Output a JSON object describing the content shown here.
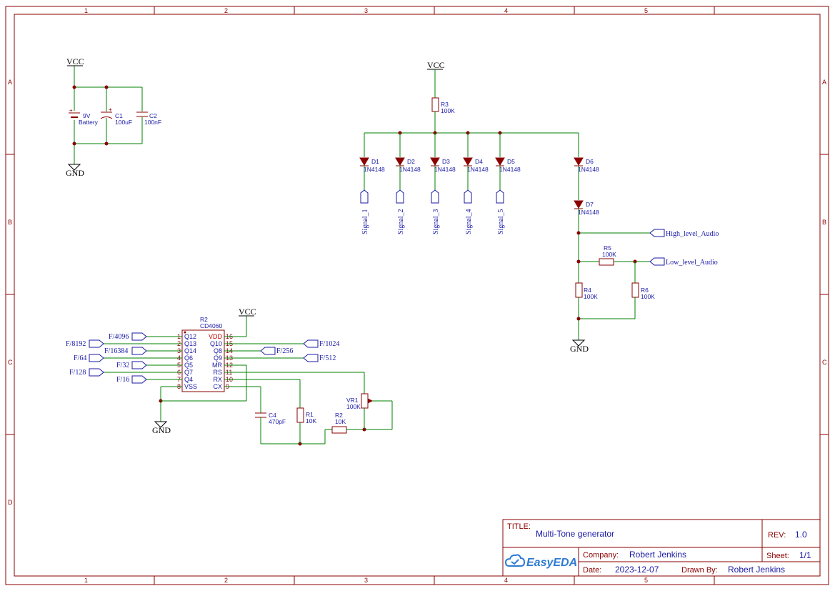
{
  "grid": {
    "columns": [
      "1",
      "2",
      "3",
      "4",
      "5"
    ],
    "rows": [
      "A",
      "B",
      "C",
      "D"
    ]
  },
  "power": {
    "vcc1": "VCC",
    "vcc2": "VCC",
    "vcc3": "VCC",
    "gnd1": "GND",
    "gnd2": "GND",
    "gnd3": "GND"
  },
  "parts": {
    "battery": {
      "value": "9V",
      "name": "Battery"
    },
    "c1": {
      "ref": "C1",
      "value": "100uF"
    },
    "c2": {
      "ref": "C2",
      "value": "100nF"
    },
    "r3": {
      "ref": "R3",
      "value": "100K"
    },
    "d1": {
      "ref": "D1",
      "value": "1N4148"
    },
    "d2": {
      "ref": "D2",
      "value": "1N4148"
    },
    "d3": {
      "ref": "D3",
      "value": "1N4148"
    },
    "d4": {
      "ref": "D4",
      "value": "1N4148"
    },
    "d5": {
      "ref": "D5",
      "value": "1N4148"
    },
    "d6": {
      "ref": "D6",
      "value": "1N4148"
    },
    "d7": {
      "ref": "D7",
      "value": "1N4148"
    },
    "r5": {
      "ref": "R5",
      "value": "100K"
    },
    "r4": {
      "ref": "R4",
      "value": "100K"
    },
    "r6": {
      "ref": "R6",
      "value": "100K"
    },
    "u1": {
      "ref": "R2",
      "value": "CD4060"
    },
    "c4": {
      "ref": "C4",
      "value": "470pF"
    },
    "r1": {
      "ref": "R1",
      "value": "10K"
    },
    "r2": {
      "ref": "R2",
      "value": "10K"
    },
    "vr1": {
      "ref": "VR1",
      "value": "100K"
    }
  },
  "ic_pins": {
    "left": [
      {
        "num": "1",
        "name": "Q12"
      },
      {
        "num": "2",
        "name": "Q13"
      },
      {
        "num": "3",
        "name": "Q14"
      },
      {
        "num": "4",
        "name": "Q6"
      },
      {
        "num": "5",
        "name": "Q5"
      },
      {
        "num": "6",
        "name": "Q7"
      },
      {
        "num": "7",
        "name": "Q4"
      },
      {
        "num": "8",
        "name": "VSS"
      }
    ],
    "right": [
      {
        "num": "16",
        "name": "VDD"
      },
      {
        "num": "15",
        "name": "Q10"
      },
      {
        "num": "14",
        "name": "Q8"
      },
      {
        "num": "13",
        "name": "Q9"
      },
      {
        "num": "12",
        "name": "MR"
      },
      {
        "num": "11",
        "name": "RS"
      },
      {
        "num": "10",
        "name": "RX"
      },
      {
        "num": "9",
        "name": "CX"
      }
    ]
  },
  "nets": {
    "signal_1": "Signal_1",
    "signal_2": "Signal_2",
    "signal_3": "Signal_3",
    "signal_4": "Signal_4",
    "signal_5": "Signal_5",
    "high_audio": "High_level_Audio",
    "low_audio": "Low_level_Audio",
    "f4096": "F/4096",
    "f8192": "F/8192",
    "f16384": "F/16384",
    "f64": "F/64",
    "f32": "F/32",
    "f128": "F/128",
    "f16": "F/16",
    "f1024": "F/1024",
    "f256": "F/256",
    "f512": "F/512"
  },
  "title_block": {
    "title_label": "TITLE:",
    "title": "Multi-Tone generator",
    "rev_label": "REV:",
    "rev": "1.0",
    "company_label": "Company:",
    "company": "Robert Jenkins",
    "sheet_label": "Sheet:",
    "sheet": "1/1",
    "date_label": "Date:",
    "date": "2023-12-07",
    "drawn_label": "Drawn By:",
    "drawn_by": "Robert Jenkins",
    "logo": "EasyEDA"
  },
  "colors": {
    "border": "#8b0000",
    "wire": "#008000",
    "label": "#1a1aa6",
    "logo": "#2f7bd1"
  }
}
